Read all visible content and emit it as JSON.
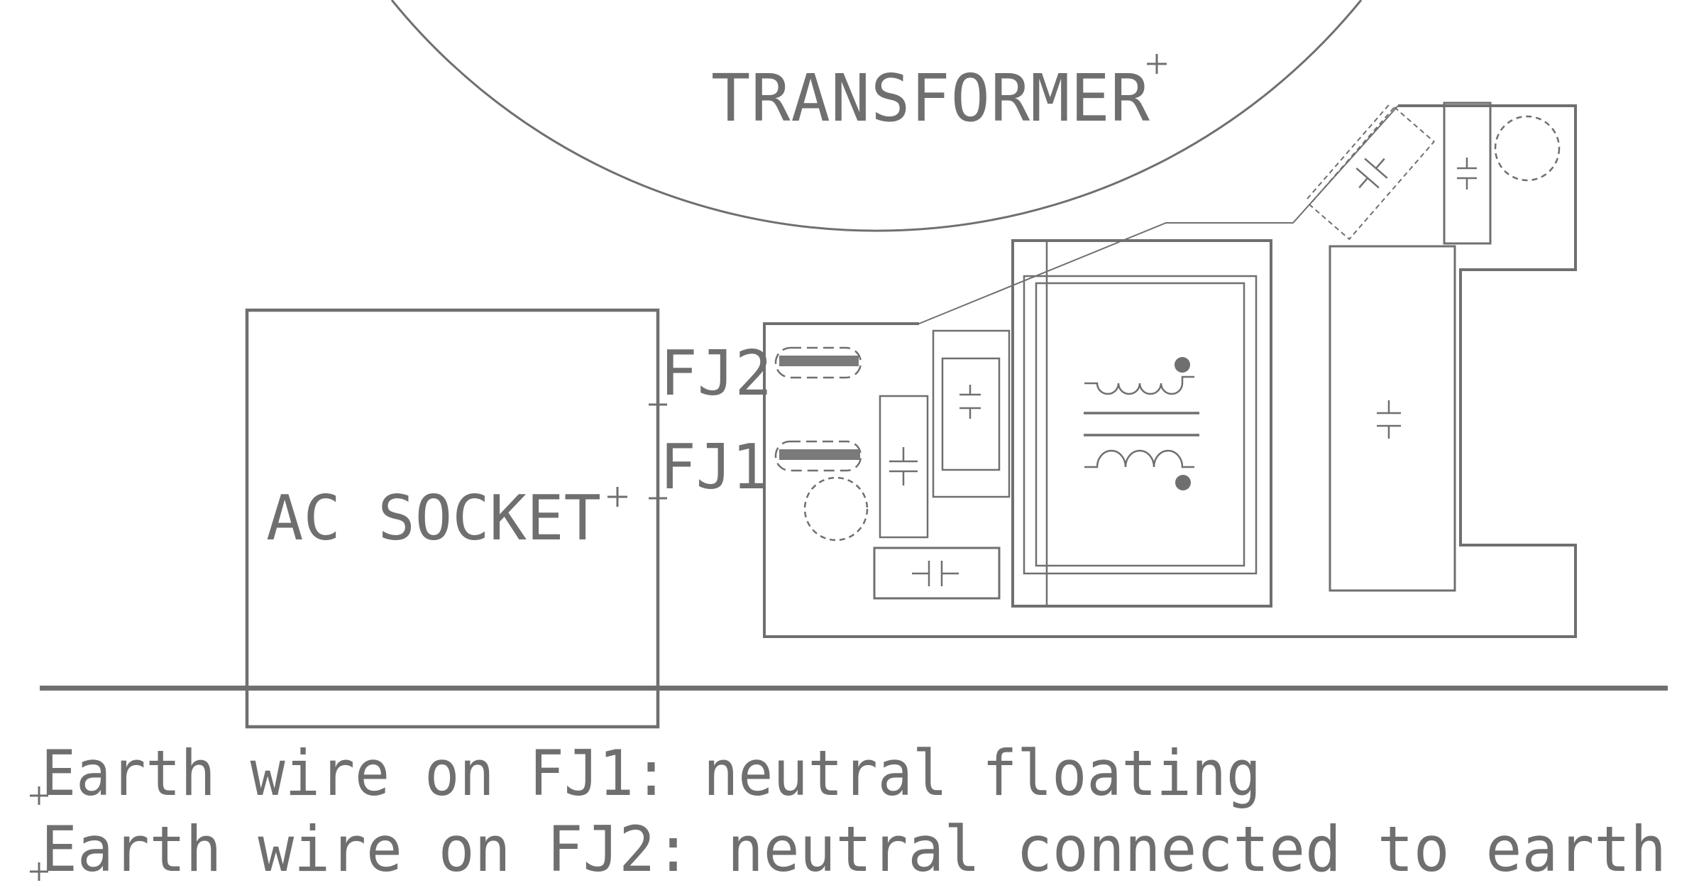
{
  "diagram": {
    "type": "pcb-silkscreen-cad-drawing",
    "labels": {
      "transformer": "TRANSFORMER",
      "ac_socket": "AC SOCKET",
      "fj2": "FJ2",
      "fj1": "FJ1"
    },
    "markers": {
      "plus": "+"
    },
    "notes": {
      "line1": "Earth wire on FJ1: neutral floating",
      "line2": "Earth wire on FJ2: neutral connected to earth"
    },
    "colors": {
      "ink": "#6f6f6f",
      "bar": "#7a7a7a",
      "background": "#ffffff"
    }
  }
}
